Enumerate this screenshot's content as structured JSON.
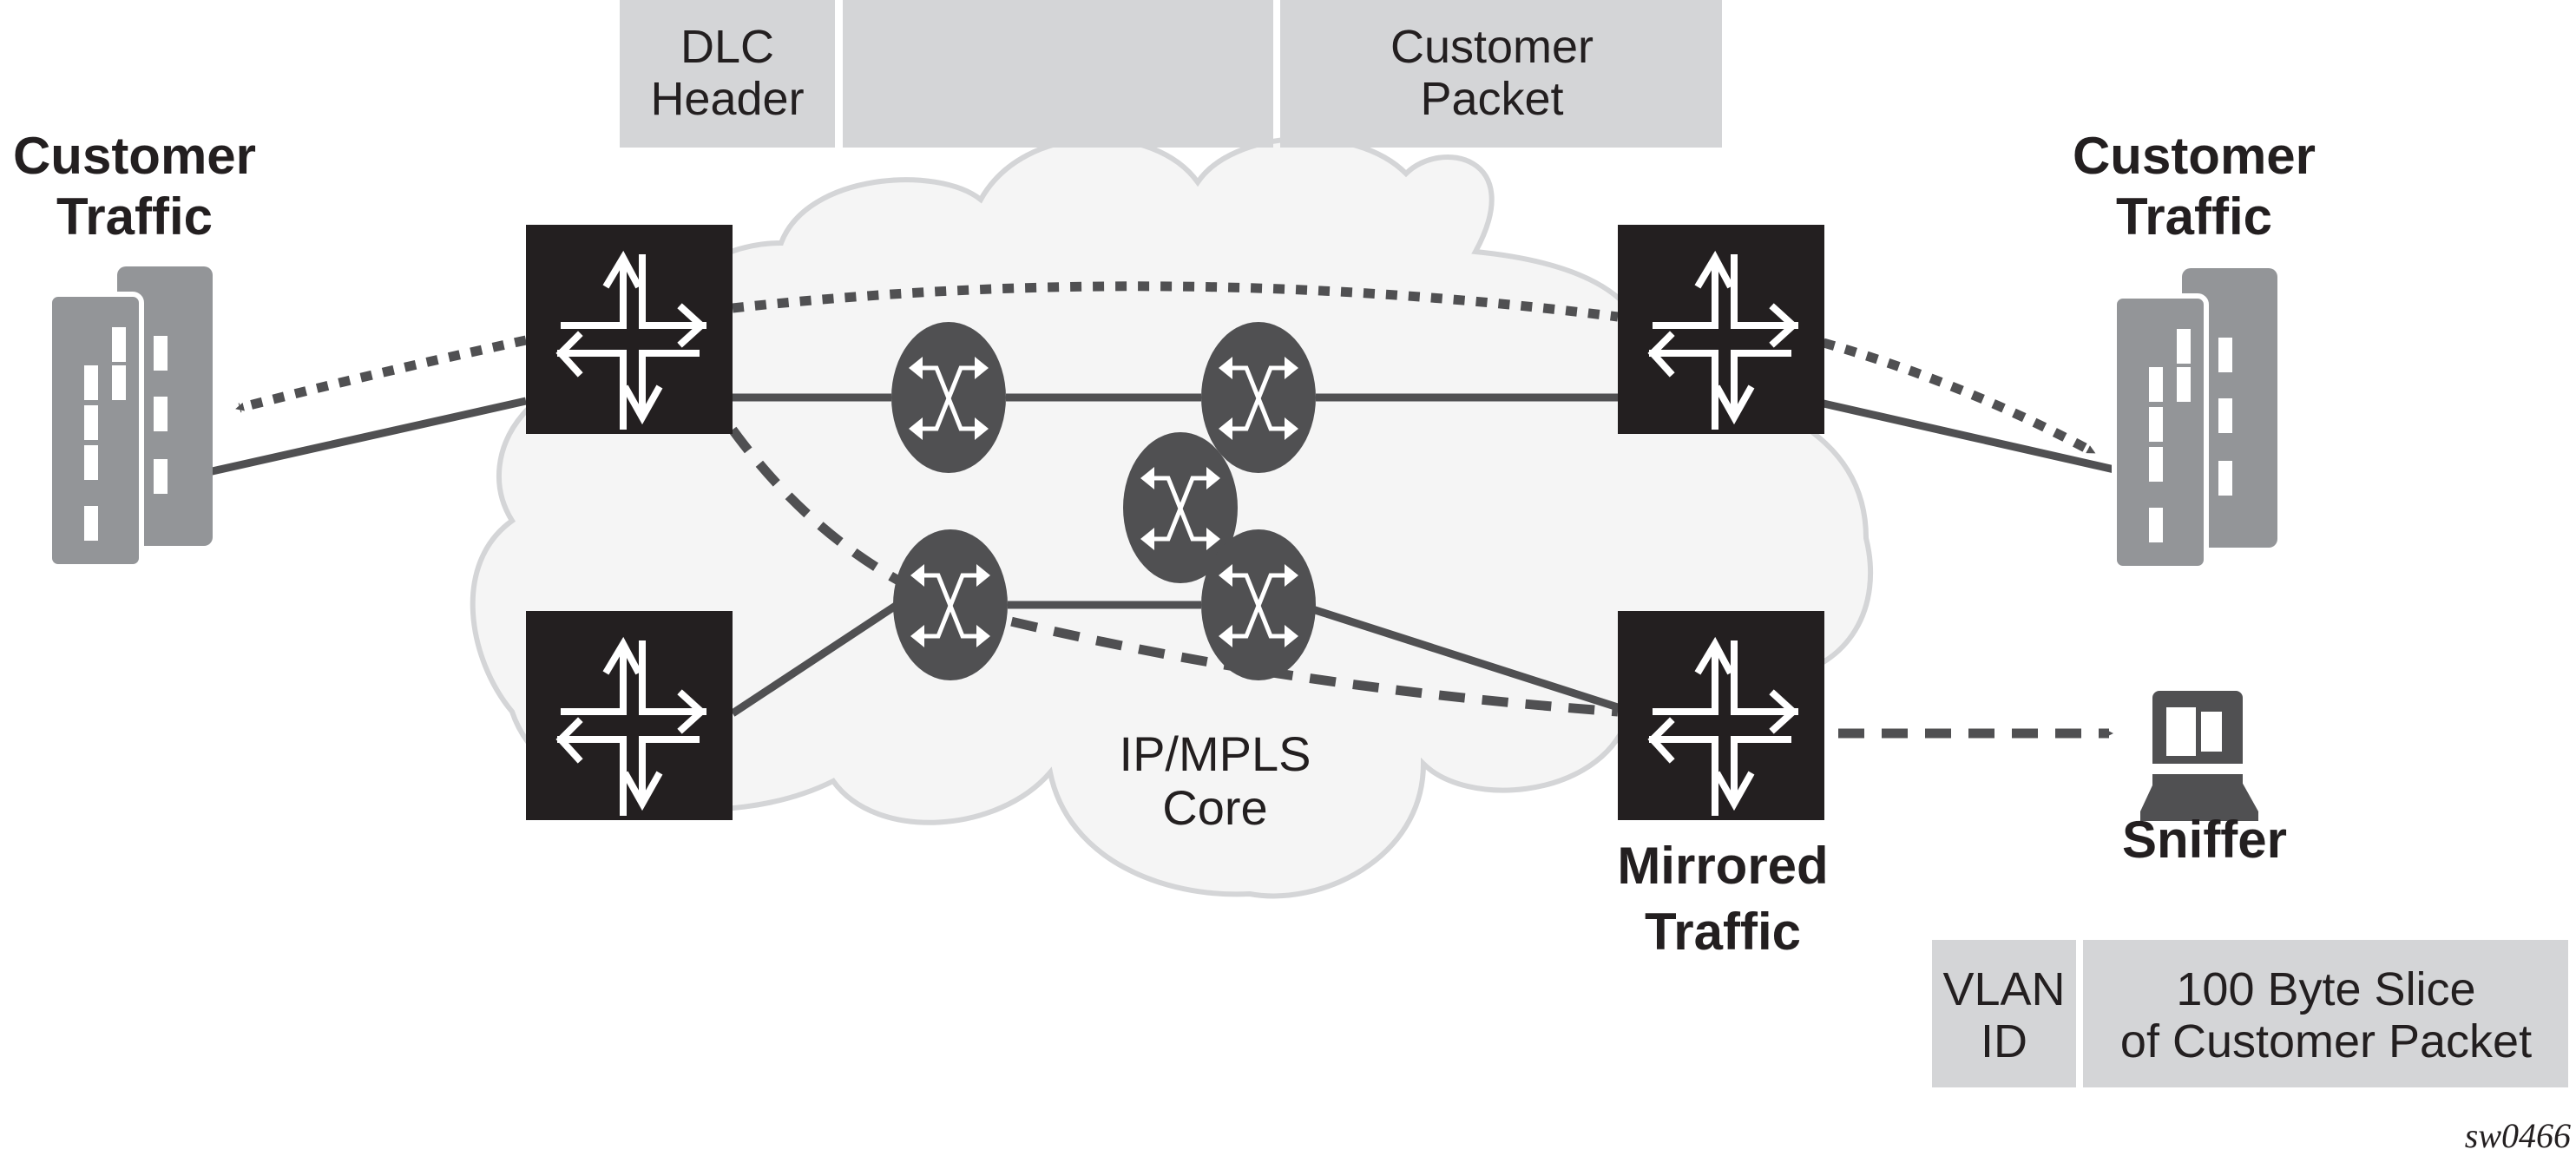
{
  "diagram": {
    "top_packet": {
      "fields": [
        {
          "lines": [
            "DLC",
            "Header"
          ]
        },
        {
          "lines": [
            "",
            ""
          ]
        },
        {
          "lines": [
            "Customer",
            "Packet"
          ]
        }
      ]
    },
    "left_site": {
      "label_lines": [
        "Customer",
        "Traffic"
      ],
      "icon": "building-icon"
    },
    "right_site": {
      "label_lines": [
        "Customer",
        "Traffic"
      ],
      "icon": "building-icon"
    },
    "core": {
      "label_lines": [
        "IP/MPLS",
        "Core"
      ],
      "icon": "cloud-shape"
    },
    "mirror_router": {
      "label_lines": [
        "Mirrored",
        "Traffic"
      ],
      "icon": "router-icon"
    },
    "sniffer": {
      "label": "Sniffer",
      "icon": "sniffer-computer-icon"
    },
    "bottom_packet": {
      "fields": [
        {
          "lines": [
            "VLAN",
            "ID"
          ]
        },
        {
          "lines": [
            "100 Byte Slice",
            "of Customer Packet"
          ]
        }
      ]
    },
    "figure_id": "sw0466",
    "colors": {
      "router_fill": "#231f20",
      "switch_fill": "#505052",
      "building_fill": "#939598",
      "packet_fill": "#d4d5d7",
      "cloud_fill": "#f5f5f5",
      "cloud_stroke": "#d4d5d7",
      "link_color": "#505052",
      "text_color": "#231f20"
    }
  }
}
